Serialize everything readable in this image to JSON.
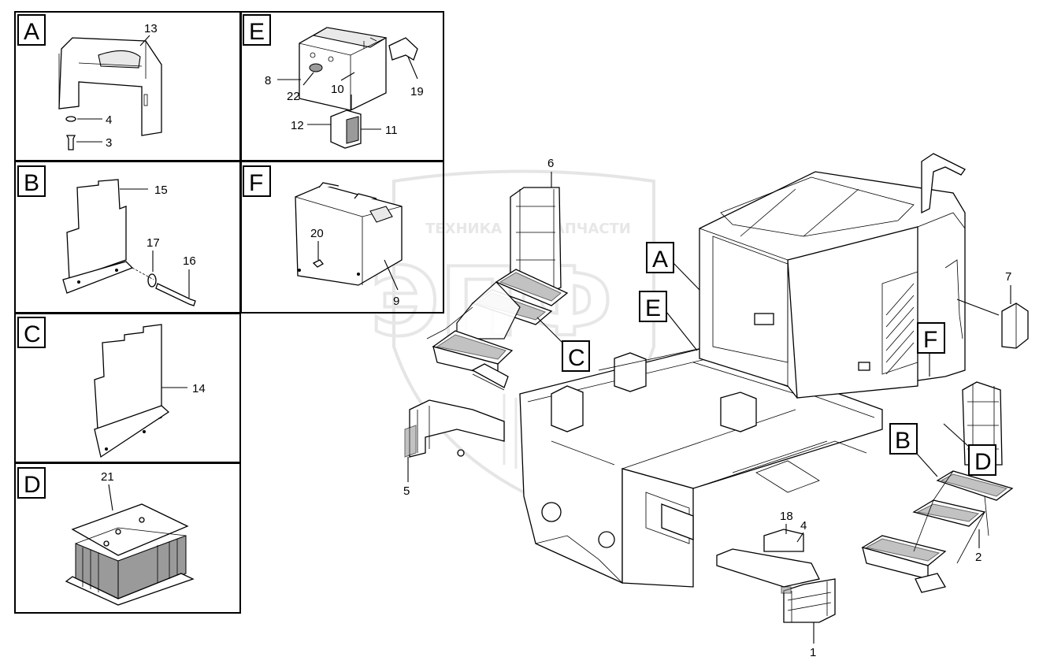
{
  "watermark": {
    "left_text": "ТЕХНИКА",
    "right_text": "ЗАПЧАСТИ",
    "emblem": "ЭПФ",
    "emblem_icon": "gear-icon"
  },
  "detail_panels": [
    {
      "letter": "A",
      "parts": [
        "13",
        "4",
        "3"
      ]
    },
    {
      "letter": "B",
      "parts": [
        "15",
        "17",
        "16"
      ]
    },
    {
      "letter": "C",
      "parts": [
        "14"
      ]
    },
    {
      "letter": "D",
      "parts": [
        "21"
      ]
    },
    {
      "letter": "E",
      "parts": [
        "8",
        "22",
        "10",
        "19",
        "12",
        "11"
      ]
    },
    {
      "letter": "F",
      "parts": [
        "20",
        "9"
      ]
    }
  ],
  "main_callouts": [
    "A",
    "E",
    "C",
    "F",
    "B",
    "D"
  ],
  "main_part_numbers": [
    "6",
    "7",
    "5",
    "18",
    "4",
    "2",
    "1"
  ]
}
